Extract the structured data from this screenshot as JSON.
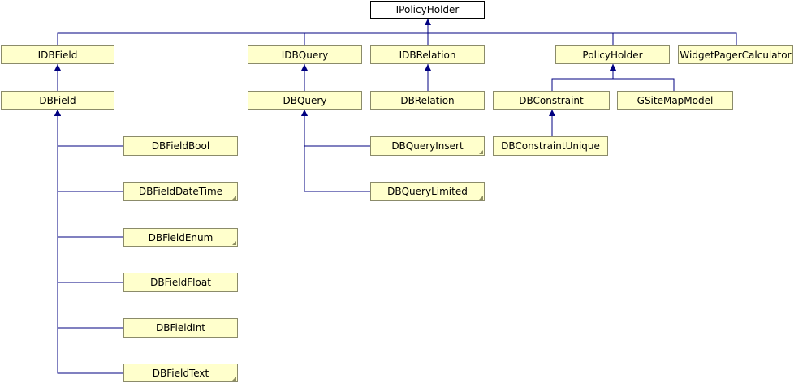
{
  "nodes": [
    {
      "id": "IPolicyHolder",
      "label": "IPolicyHolder",
      "root": true,
      "folded": false
    },
    {
      "id": "IDBField",
      "label": "IDBField",
      "folded": false
    },
    {
      "id": "IDBQuery",
      "label": "IDBQuery",
      "folded": false
    },
    {
      "id": "IDBRelation",
      "label": "IDBRelation",
      "folded": false
    },
    {
      "id": "PolicyHolder",
      "label": "PolicyHolder",
      "folded": false
    },
    {
      "id": "WidgetPagerCalculator",
      "label": "WidgetPagerCalculator",
      "folded": false
    },
    {
      "id": "DBField",
      "label": "DBField",
      "folded": false
    },
    {
      "id": "DBQuery",
      "label": "DBQuery",
      "folded": false
    },
    {
      "id": "DBRelation",
      "label": "DBRelation",
      "folded": false
    },
    {
      "id": "DBConstraint",
      "label": "DBConstraint",
      "folded": false
    },
    {
      "id": "GSiteMapModel",
      "label": "GSiteMapModel",
      "folded": false
    },
    {
      "id": "DBFieldBool",
      "label": "DBFieldBool",
      "folded": false
    },
    {
      "id": "DBFieldDateTime",
      "label": "DBFieldDateTime",
      "folded": true
    },
    {
      "id": "DBFieldEnum",
      "label": "DBFieldEnum",
      "folded": true
    },
    {
      "id": "DBFieldFloat",
      "label": "DBFieldFloat",
      "folded": false
    },
    {
      "id": "DBFieldInt",
      "label": "DBFieldInt",
      "folded": false
    },
    {
      "id": "DBFieldText",
      "label": "DBFieldText",
      "folded": true
    },
    {
      "id": "DBQueryInsert",
      "label": "DBQueryInsert",
      "folded": true
    },
    {
      "id": "DBQueryLimited",
      "label": "DBQueryLimited",
      "folded": true
    },
    {
      "id": "DBConstraintUnique",
      "label": "DBConstraintUnique",
      "folded": false
    }
  ],
  "edges": [
    {
      "from": "IDBField",
      "to": "IPolicyHolder"
    },
    {
      "from": "IDBQuery",
      "to": "IPolicyHolder"
    },
    {
      "from": "IDBRelation",
      "to": "IPolicyHolder"
    },
    {
      "from": "PolicyHolder",
      "to": "IPolicyHolder"
    },
    {
      "from": "WidgetPagerCalculator",
      "to": "IPolicyHolder"
    },
    {
      "from": "DBField",
      "to": "IDBField"
    },
    {
      "from": "DBQuery",
      "to": "IDBQuery"
    },
    {
      "from": "DBRelation",
      "to": "IDBRelation"
    },
    {
      "from": "DBConstraint",
      "to": "PolicyHolder"
    },
    {
      "from": "GSiteMapModel",
      "to": "PolicyHolder"
    },
    {
      "from": "DBFieldBool",
      "to": "DBField"
    },
    {
      "from": "DBFieldDateTime",
      "to": "DBField"
    },
    {
      "from": "DBFieldEnum",
      "to": "DBField"
    },
    {
      "from": "DBFieldFloat",
      "to": "DBField"
    },
    {
      "from": "DBFieldInt",
      "to": "DBField"
    },
    {
      "from": "DBFieldText",
      "to": "DBField"
    },
    {
      "from": "DBQueryInsert",
      "to": "DBQuery"
    },
    {
      "from": "DBQueryLimited",
      "to": "DBQuery"
    },
    {
      "from": "DBConstraintUnique",
      "to": "DBConstraint"
    }
  ],
  "colors": {
    "node_fill": "#ffffcc",
    "node_border": "#8b8b6a",
    "edge": "#000080",
    "root_fill": "#ffffff"
  }
}
